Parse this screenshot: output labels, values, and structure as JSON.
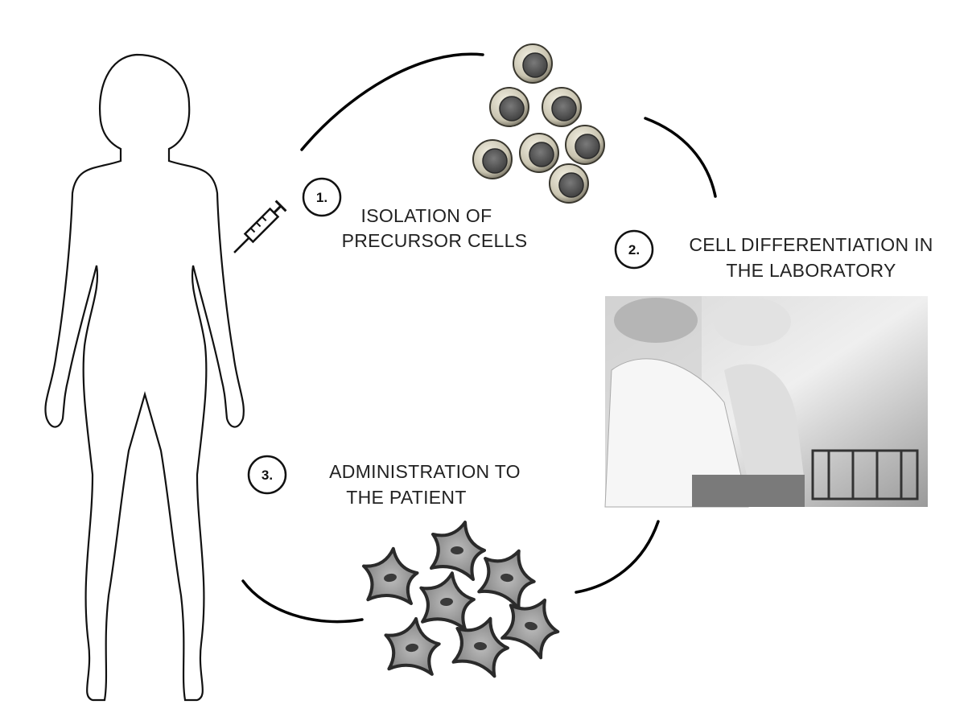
{
  "steps": [
    {
      "number": "1.",
      "lines": [
        "ISOLATION OF",
        "PRECURSOR CELLS"
      ]
    },
    {
      "number": "2.",
      "lines": [
        "CELL DIFFERENTIATION IN",
        "THE LABORATORY"
      ]
    },
    {
      "number": "3.",
      "lines": [
        "ADMINISTRATION TO",
        "THE PATIENT"
      ]
    }
  ],
  "colors": {
    "cell_rim": "#c9c4b0",
    "cell_nucleus": "#5a5a5a",
    "diff_cell": "#8a8a8a"
  }
}
